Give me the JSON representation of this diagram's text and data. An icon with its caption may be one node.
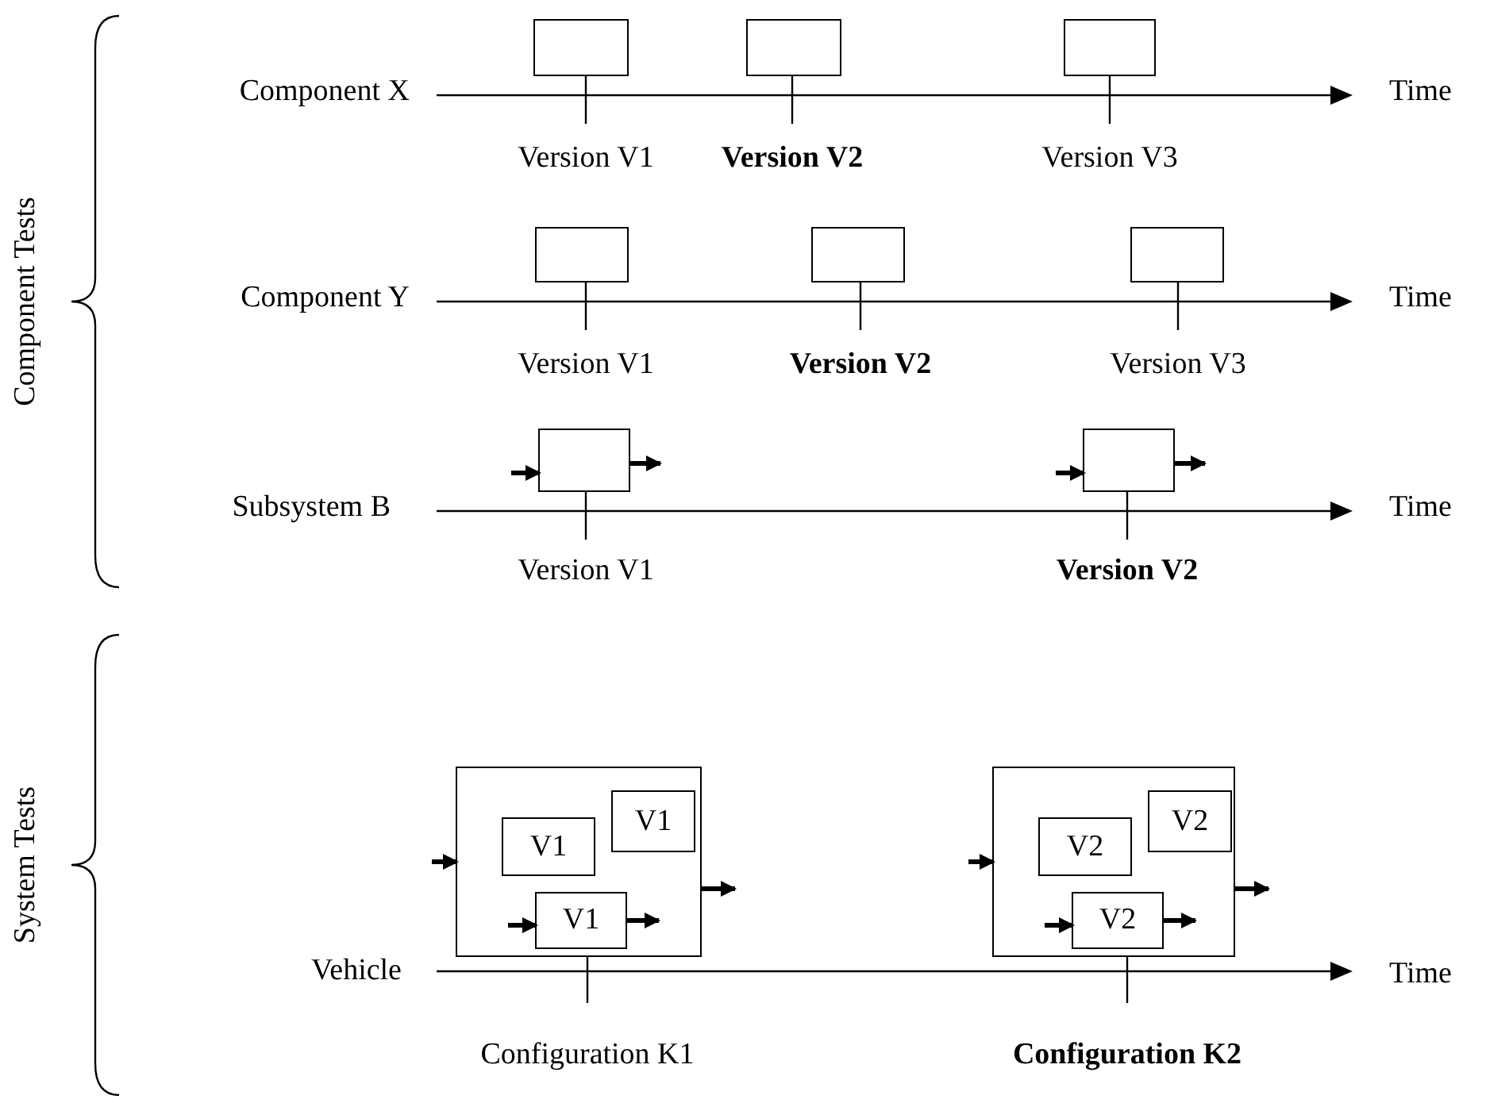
{
  "diagram": {
    "nodes": [
      {
        "text": [],
        "shape": "box",
        "beside": [
          "Version V1"
        ]
      },
      {
        "text": [],
        "shape": "box",
        "beside": [
          "Version V2"
        ]
      },
      {
        "text": [],
        "shape": "box",
        "beside": [
          "Version V3"
        ]
      },
      {
        "text": [],
        "shape": "box",
        "beside": [
          "Version V1"
        ]
      },
      {
        "text": [],
        "shape": "box",
        "beside": [
          "Version V2"
        ]
      },
      {
        "text": [],
        "shape": "box",
        "beside": [
          "Version V3"
        ]
      },
      {
        "text": [],
        "shape": "box",
        "beside": [
          "Version V1"
        ]
      },
      {
        "text": [],
        "shape": "box",
        "beside": [
          "Version V2"
        ]
      },
      {
        "text": [],
        "shape": "box",
        "beside": [
          "Configuration K1"
        ]
      },
      {
        "text": [
          "V1"
        ],
        "in": 8
      },
      {
        "text": [
          "V1"
        ],
        "in": 8
      },
      {
        "text": [
          "V1"
        ],
        "in": 8
      },
      {
        "text": [],
        "shape": "box",
        "beside": [
          "Configuration K2"
        ]
      },
      {
        "text": [
          "V2"
        ],
        "in": 12
      },
      {
        "text": [
          "V2"
        ],
        "in": 12
      },
      {
        "text": [
          "V2"
        ],
        "in": 12
      }
    ],
    "edges": [
      {
        "from": null,
        "to": 6,
        "arrow": "to"
      },
      {
        "from": 6,
        "to": null,
        "arrow": "to"
      },
      {
        "from": null,
        "to": 7,
        "arrow": "to"
      },
      {
        "from": 7,
        "to": null,
        "arrow": "to"
      },
      {
        "from": null,
        "to": 8,
        "arrow": "to"
      },
      {
        "from": 8,
        "to": null,
        "arrow": "to"
      },
      {
        "from": null,
        "to": 11,
        "arrow": "to"
      },
      {
        "from": 11,
        "to": null,
        "arrow": "to"
      },
      {
        "from": null,
        "to": 12,
        "arrow": "to"
      },
      {
        "from": 12,
        "to": null,
        "arrow": "to"
      },
      {
        "from": null,
        "to": 15,
        "arrow": "to"
      },
      {
        "from": 15,
        "to": null,
        "arrow": "to"
      }
    ],
    "labels": [
      "Component Tests",
      "Component X",
      "Time",
      "Component Y",
      "Time",
      "Subsystem B",
      "Time",
      "System Tests",
      "Vehicle",
      "Time"
    ]
  }
}
